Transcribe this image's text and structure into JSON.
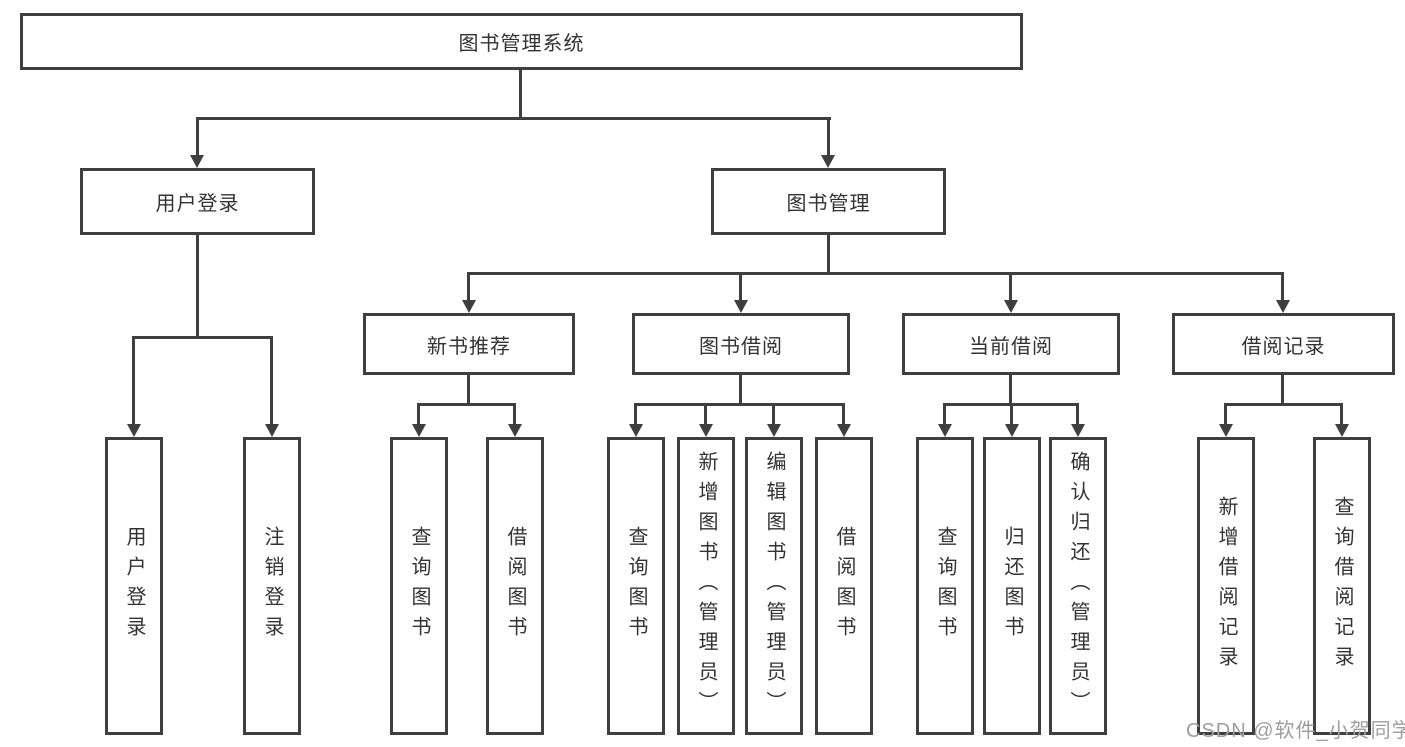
{
  "diagram": {
    "root": {
      "label": "图书管理系统"
    },
    "branches": [
      {
        "label": "用户登录",
        "leaves": [
          {
            "label": "用户登录"
          },
          {
            "label": "注销登录"
          }
        ]
      },
      {
        "label": "图书管理",
        "groups": [
          {
            "label": "新书推荐",
            "leaves": [
              {
                "label": "查询图书"
              },
              {
                "label": "借阅图书"
              }
            ]
          },
          {
            "label": "图书借阅",
            "leaves": [
              {
                "label": "查询图书"
              },
              {
                "label": "新增图书（管理员）"
              },
              {
                "label": "编辑图书（管理员）"
              },
              {
                "label": "借阅图书"
              }
            ]
          },
          {
            "label": "当前借阅",
            "leaves": [
              {
                "label": "查询图书"
              },
              {
                "label": "归还图书"
              },
              {
                "label": "确认归还（管理员）"
              }
            ]
          },
          {
            "label": "借阅记录",
            "leaves": [
              {
                "label": "新增借阅记录"
              },
              {
                "label": "查询借阅记录"
              }
            ]
          }
        ]
      }
    ]
  },
  "watermark": {
    "text": "CSDN @软件_小贺同学"
  },
  "colors": {
    "line": "#3f3f3f",
    "text": "#333333",
    "background": "#ffffff",
    "watermark": "#9e9e9e"
  }
}
